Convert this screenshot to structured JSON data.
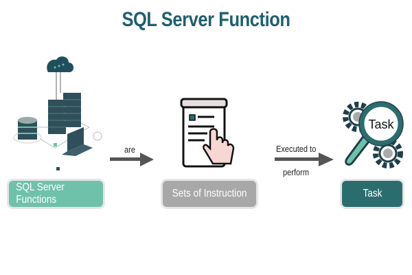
{
  "title": "SQL Server Function",
  "nodes": [
    {
      "label": "SQL Server Functions",
      "icon": "server-cloud-icon",
      "color": "#6fc1aa"
    },
    {
      "label": "Sets of Instruction",
      "icon": "document-hand-icon",
      "color": "#a8a8a8"
    },
    {
      "label": "Task",
      "icon": "gears-magnifier-icon",
      "color": "#2b6d6f",
      "icon_text": "Task"
    }
  ],
  "edges": [
    {
      "from": "SQL Server Functions",
      "to": "Sets of Instruction",
      "label_top": "are"
    },
    {
      "from": "Sets of Instruction",
      "to": "Task",
      "label_top": "Executed to",
      "label_bottom": "perform"
    }
  ]
}
